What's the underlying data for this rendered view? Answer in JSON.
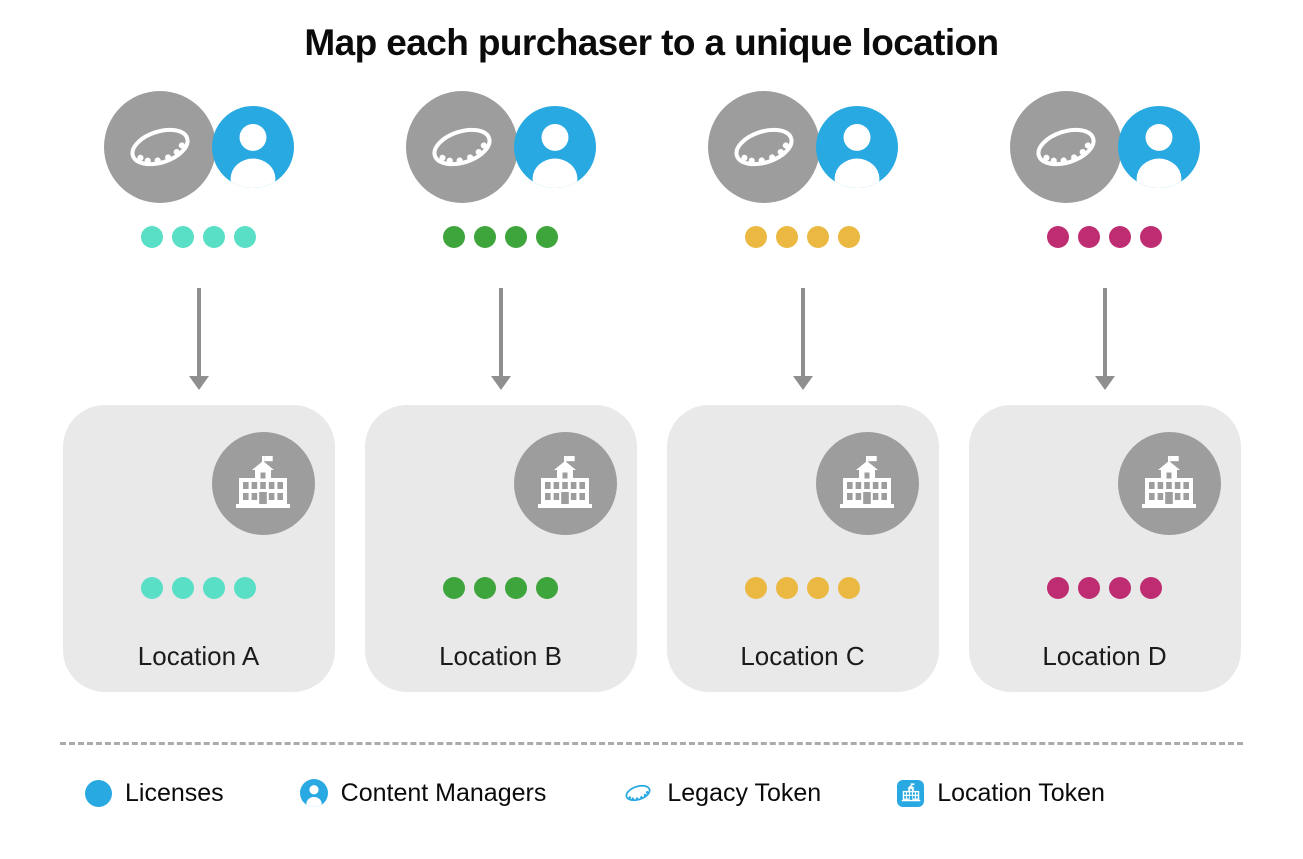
{
  "title": "Map each purchaser to a unique location",
  "colors": {
    "blue": "#29A9E1",
    "gray": "#9D9D9D",
    "card_background": "#E9E9E9",
    "arrow": "#8F8F8F",
    "divider": "#ABABAB"
  },
  "columns": [
    {
      "label": "Location A",
      "color": "#58DFC6",
      "dots": 4
    },
    {
      "label": "Location B",
      "color": "#3EA43C",
      "dots": 4
    },
    {
      "label": "Location C",
      "color": "#EBB942",
      "dots": 4
    },
    {
      "label": "Location D",
      "color": "#BE2C72",
      "dots": 4
    }
  ],
  "legend": [
    {
      "label": "Licenses",
      "icon": "circle-icon"
    },
    {
      "label": "Content Managers",
      "icon": "person-icon"
    },
    {
      "label": "Legacy Token",
      "icon": "coin-icon"
    },
    {
      "label": "Location Token",
      "icon": "building-icon"
    }
  ]
}
